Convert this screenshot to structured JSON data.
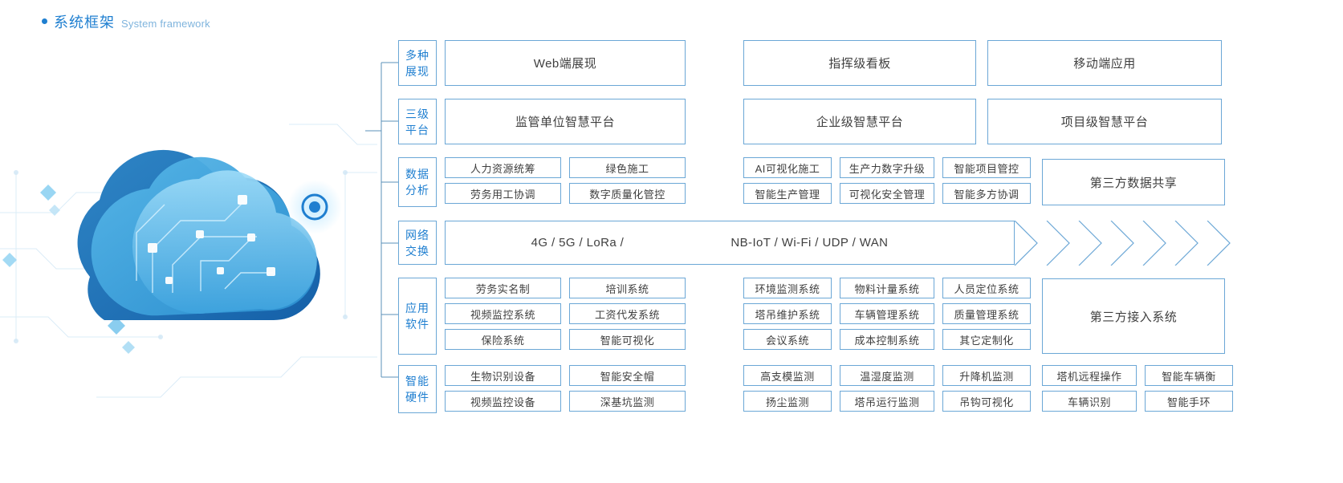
{
  "header": {
    "bullet_icon": "bullet-dot-icon",
    "title_zh": "系统框架",
    "title_en": "System framework"
  },
  "colors": {
    "accent": "#1f7fd0",
    "border": "#6ba7d6",
    "text": "#3f3f3f",
    "subtitle": "#7fb4dd",
    "cloud_dark": "#1a6fb5",
    "cloud_light": "#6fc3ef"
  },
  "artwork": {
    "name": "cloud-network-illustration",
    "node_icon": "connection-node-icon"
  },
  "rows": [
    {
      "id": "row1",
      "label_lines": [
        "多种",
        "展现"
      ],
      "left_group": [
        {
          "text": "Web端展现"
        }
      ],
      "right_group": [
        {
          "text": "指挥级看板"
        },
        {
          "text": "移动端应用"
        }
      ]
    },
    {
      "id": "row2",
      "label_lines": [
        "三级",
        "平台"
      ],
      "left_group": [
        {
          "text": "监管单位智慧平台"
        }
      ],
      "right_group": [
        {
          "text": "企业级智慧平台"
        },
        {
          "text": "项目级智慧平台"
        }
      ]
    },
    {
      "id": "row3",
      "label_lines": [
        "数据",
        "分析"
      ],
      "left_rows": [
        [
          "人力资源统筹",
          "绿色施工"
        ],
        [
          "劳务用工协调",
          "数字质量化管控"
        ]
      ],
      "right_rows": [
        [
          "AI可视化施工",
          "生产力数字升级",
          "智能项目管控"
        ],
        [
          "智能生产管理",
          "可视化安全管理",
          "智能多方协调"
        ]
      ],
      "tail": "第三方数据共享"
    },
    {
      "id": "row4",
      "label_lines": [
        "网络",
        "交换"
      ],
      "band": [
        "4G / 5G / LoRa /",
        "NB-IoT / Wi-Fi / UDP / WAN"
      ],
      "arrow_count": 7
    },
    {
      "id": "row5",
      "label_lines": [
        "应用",
        "软件"
      ],
      "left_rows": [
        [
          "劳务实名制",
          "培训系统"
        ],
        [
          "视频监控系统",
          "工资代发系统"
        ],
        [
          "保险系统",
          "智能可视化"
        ]
      ],
      "right_rows": [
        [
          "环境监测系统",
          "物料计量系统",
          "人员定位系统"
        ],
        [
          "塔吊维护系统",
          "车辆管理系统",
          "质量管理系统"
        ],
        [
          "会议系统",
          "成本控制系统",
          "其它定制化"
        ]
      ],
      "tail": "第三方接入系统"
    },
    {
      "id": "row6",
      "label_lines": [
        "智能",
        "硬件"
      ],
      "left_rows": [
        [
          "生物识别设备",
          "智能安全帽"
        ],
        [
          "视频监控设备",
          "深基坑监测"
        ]
      ],
      "right_rows": [
        [
          "高支模监测",
          "温湿度监测",
          "升降机监测"
        ],
        [
          "扬尘监测",
          "塔吊运行监测",
          "吊钩可视化"
        ]
      ],
      "far_rows": [
        [
          "塔机远程操作",
          "智能车辆衡"
        ],
        [
          "车辆识别",
          "智能手环"
        ]
      ]
    }
  ]
}
